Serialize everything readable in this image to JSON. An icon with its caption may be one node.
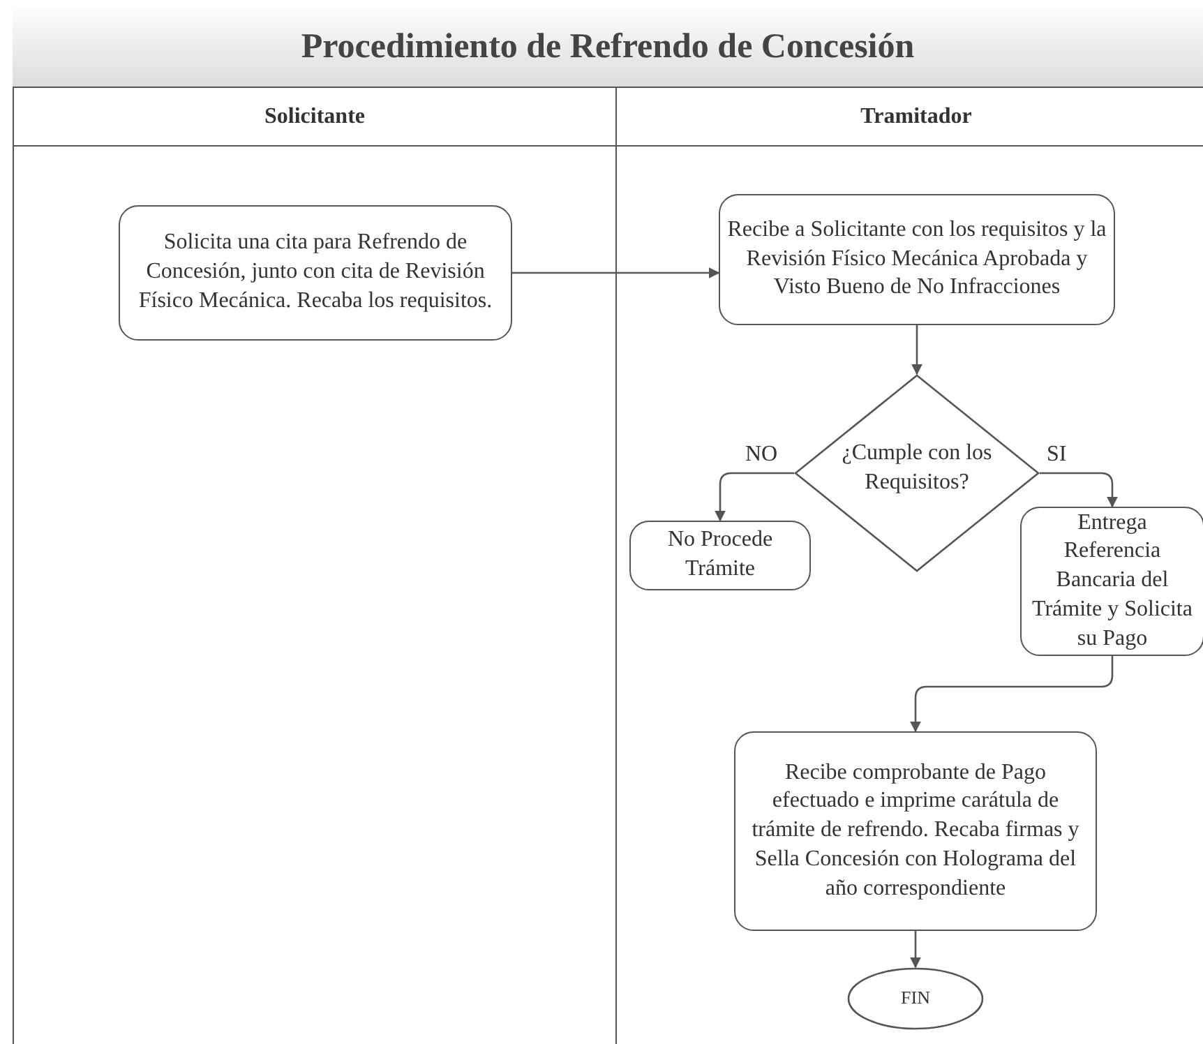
{
  "diagram": {
    "title": "Procedimiento de Refrendo de Concesión",
    "nodes": [
      {
        "text": [
          "Solicitante"
        ]
      },
      {
        "text": [
          "Tramitador"
        ]
      },
      {
        "text": [
          "Solicita una cita para Refrendo de Concesión, junto con cita de Revisión Físico Mecánica. Recaba los requisitos."
        ],
        "in": 0
      },
      {
        "text": [
          "Recibe a Solicitante con los requisitos y la Revisión Físico Mecánica Aprobada y Visto Bueno de No Infracciones"
        ],
        "in": 1
      },
      {
        "text": [
          "¿Cumple con los Requisitos?"
        ],
        "in": 1
      },
      {
        "text": [
          "No Procede Trámite"
        ],
        "in": 1
      },
      {
        "text": [
          "Entrega Referencia Bancaria del Trámite y Solicita su Pago"
        ],
        "in": 1
      },
      {
        "text": [
          "Recibe comprobante de Pago efectuado e imprime carátula de trámite de refrendo. Recaba firmas y Sella Concesión con Holograma del año correspondiente"
        ],
        "in": 1
      },
      {
        "text": [
          "FIN"
        ],
        "in": 1
      }
    ],
    "edges": [
      {
        "from": 2,
        "to": 3,
        "arrow": "to"
      },
      {
        "from": 3,
        "to": 4,
        "arrow": "to"
      },
      {
        "from": 4,
        "to": 5,
        "arrow": "to",
        "label": "NO"
      },
      {
        "from": 4,
        "to": 6,
        "arrow": "to",
        "label": "SI"
      },
      {
        "from": 6,
        "to": 7,
        "arrow": "to"
      },
      {
        "from": 7,
        "to": 8,
        "arrow": "to"
      }
    ]
  }
}
